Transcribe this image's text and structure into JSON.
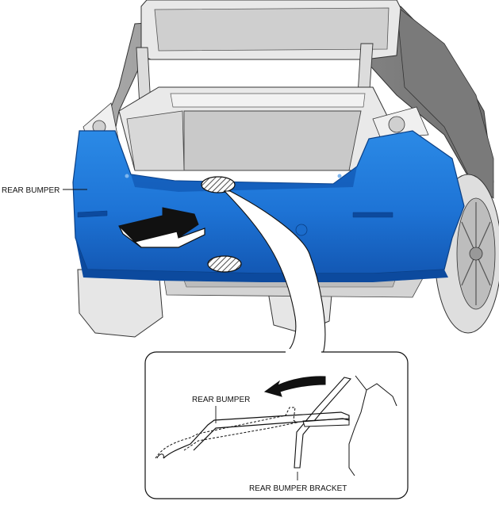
{
  "labels": {
    "main_part": "REAR BUMPER",
    "detail_part": "REAR BUMPER",
    "detail_bracket": "REAR BUMPER BRACKET"
  },
  "colors": {
    "bumper_fill": "#1e78d8",
    "bumper_dark": "#0f55b0",
    "body_gray": "#8f8f8f",
    "tire": "#d9d9d9",
    "hatch_chat": "#cfcfcf",
    "outline": "#2a2a2a",
    "arrow": "#111111"
  },
  "icons": {
    "direction_arrow": "arrow-pull-icon",
    "detail_arrow": "curved-arrow-icon",
    "hatch_marker": "hatched-ellipse-icon"
  }
}
